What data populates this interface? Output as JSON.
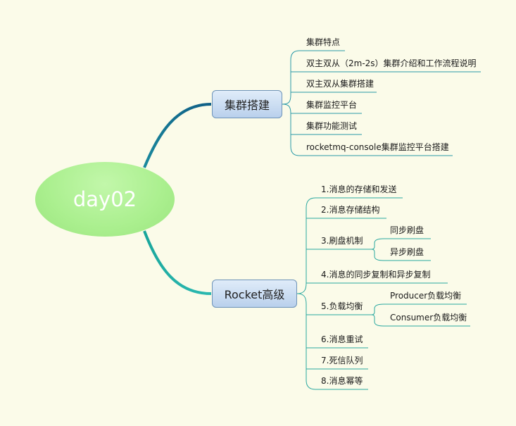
{
  "root": {
    "label": "day02"
  },
  "branches": [
    {
      "label": "集群搭建",
      "children": [
        "集群特点",
        "双主双从（2m-2s）集群介绍和工作流程说明",
        "双主双从集群搭建",
        "集群监控平台",
        "集群功能测试",
        "rocketmq-console集群监控平台搭建"
      ]
    },
    {
      "label": "Rocket高级",
      "children": [
        {
          "label": "1.消息的存储和发送"
        },
        {
          "label": "2.消息存储结构"
        },
        {
          "label": "3.刷盘机制",
          "children": [
            "同步刷盘",
            "异步刷盘"
          ]
        },
        {
          "label": "4.消息的同步复制和异步复制"
        },
        {
          "label": "5.负载均衡",
          "children": [
            "Producer负载均衡",
            "Consumer负载均衡"
          ]
        },
        {
          "label": "6.消息重试"
        },
        {
          "label": "7.死信队列"
        },
        {
          "label": "8.消息幂等"
        }
      ]
    }
  ],
  "colors": {
    "background": "#fbfbe9",
    "branch1_line": "#1f7a8c",
    "branch2_line": "#20b2a8",
    "leaf_line": "#20a0a0"
  }
}
